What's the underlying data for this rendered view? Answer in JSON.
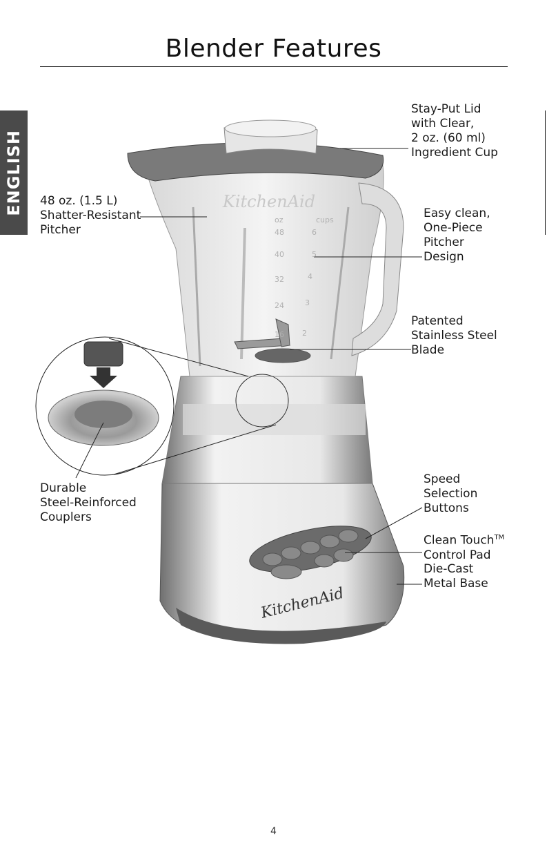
{
  "page": {
    "title": "Blender Features",
    "language_tab": "ENGLISH",
    "page_number": "4"
  },
  "labels": {
    "lid": [
      "Stay-Put Lid",
      "with Clear,",
      "2 oz. (60 ml)",
      "Ingredient Cup"
    ],
    "pitcher": [
      "48 oz. (1.5 L)",
      "Shatter-Resistant",
      "Pitcher"
    ],
    "easy_clean": [
      "Easy clean,",
      "One-Piece",
      "Pitcher",
      "Design"
    ],
    "blade": [
      "Patented",
      "Stainless Steel",
      "Blade"
    ],
    "couplers": [
      "Durable",
      "Steel-Reinforced",
      "Couplers"
    ],
    "speed": [
      "Speed",
      "Selection",
      "Buttons"
    ],
    "control_pad": {
      "line1": "Clean Touch",
      "tm": "TM",
      "line2": "Control Pad"
    },
    "base": [
      "Die-Cast",
      "Metal Base"
    ]
  },
  "brand": {
    "pitcher_logo": "KitchenAid",
    "base_logo": "KitchenAid",
    "cup_marks": [
      "oz",
      "cups",
      "48",
      "6",
      "40",
      "5",
      "32",
      "4",
      "24",
      "3",
      "16",
      "2"
    ]
  },
  "colors": {
    "tab_bg": "#4a4a4a",
    "ink": "#1a1a1a",
    "base_dark": "#6a6a6a",
    "glass": "#e6e6e6"
  }
}
